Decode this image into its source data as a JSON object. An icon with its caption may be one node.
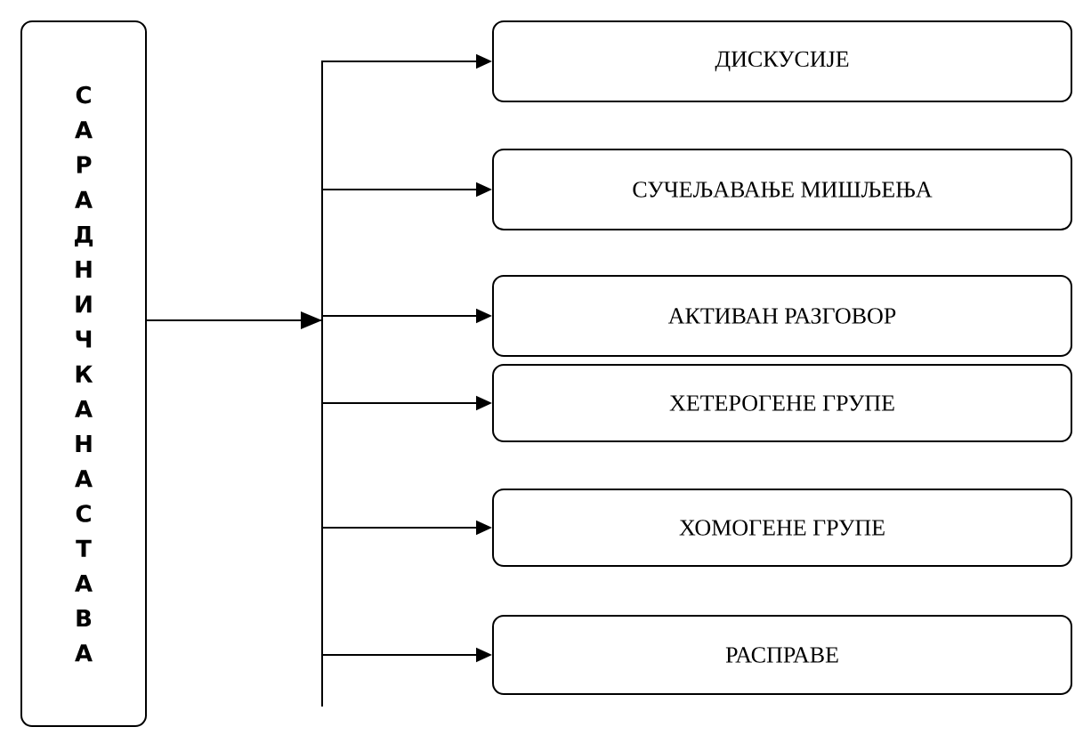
{
  "diagram": {
    "nodes": [
      {
        "text": [
          "САРАДНИЧКА НАСТАВА"
        ]
      },
      {
        "text": [
          "ДИСКУСИЈЕ"
        ]
      },
      {
        "text": [
          "СУЧЕЉАВАЊЕ МИШЉЕЊА"
        ]
      },
      {
        "text": [
          "АКТИВАН РАЗГОВОР"
        ]
      },
      {
        "text": [
          "ХЕТЕРОГЕНЕ ГРУПЕ"
        ]
      },
      {
        "text": [
          "ХОМОГЕНЕ ГРУПЕ"
        ]
      },
      {
        "text": [
          "РАСПРАВЕ"
        ]
      }
    ],
    "edges": [
      {
        "from": 0,
        "to": 1,
        "arrow": "to"
      },
      {
        "from": 0,
        "to": 2,
        "arrow": "to"
      },
      {
        "from": 0,
        "to": 3,
        "arrow": "to"
      },
      {
        "from": 0,
        "to": 4,
        "arrow": "to"
      },
      {
        "from": 0,
        "to": 5,
        "arrow": "to"
      },
      {
        "from": 0,
        "to": 6,
        "arrow": "to"
      }
    ]
  }
}
